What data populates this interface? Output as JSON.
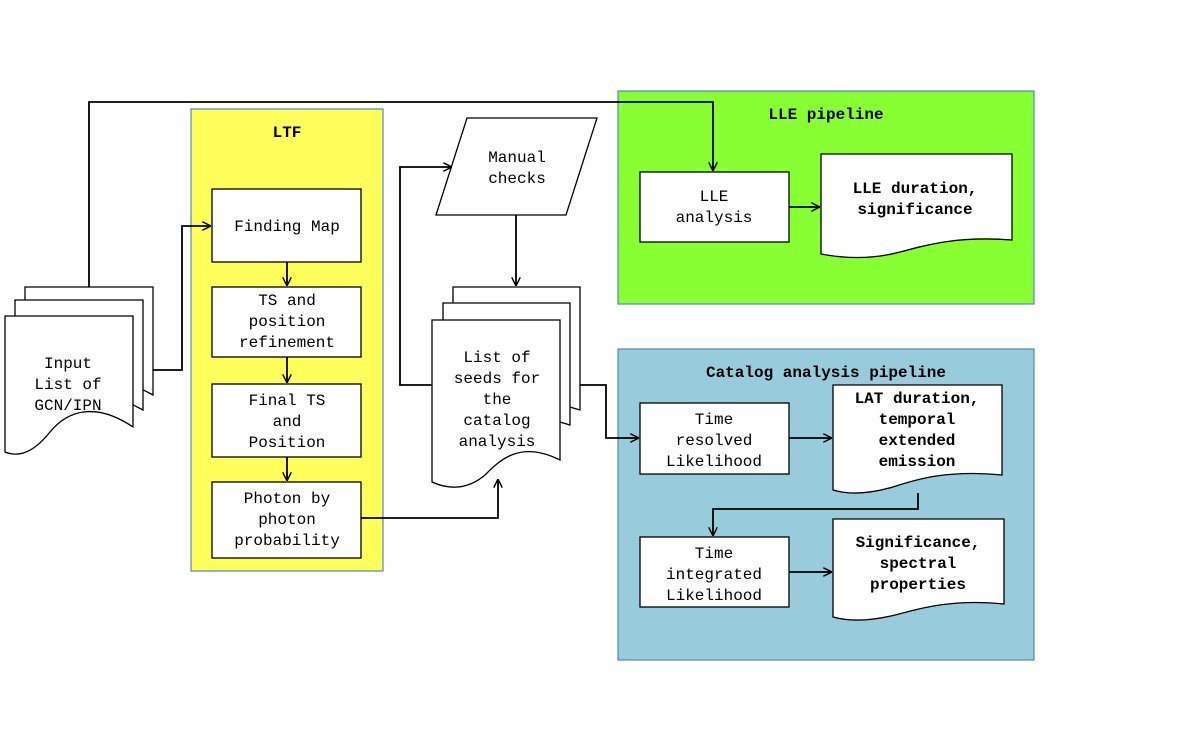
{
  "ltf": {
    "title": "LTF"
  },
  "lle": {
    "title": "LLE pipeline"
  },
  "catalog": {
    "title": "Catalog analysis pipeline"
  },
  "input_doc": {
    "lines": [
      "Input",
      "List of",
      "GCN/IPN"
    ]
  },
  "finding_map": {
    "lines": [
      "Finding Map"
    ]
  },
  "ts_refinement": {
    "lines": [
      "TS and",
      "position",
      "refinement"
    ]
  },
  "final_ts": {
    "lines": [
      "Final TS",
      "and",
      "Position"
    ]
  },
  "photon_prob": {
    "lines": [
      "Photon by",
      "photon",
      "probability"
    ]
  },
  "manual_checks": {
    "lines": [
      "Manual",
      "checks"
    ]
  },
  "seeds_doc": {
    "lines": [
      "List of",
      "seeds for",
      "the",
      "catalog",
      "analysis"
    ]
  },
  "lle_analysis": {
    "lines": [
      "LLE",
      "analysis"
    ]
  },
  "lle_duration": {
    "lines": [
      "LLE duration,",
      "significance"
    ]
  },
  "time_resolved": {
    "lines": [
      "Time",
      "resolved",
      "Likelihood"
    ]
  },
  "lat_duration": {
    "lines": [
      "LAT duration,",
      "temporal",
      "extended",
      "emission"
    ]
  },
  "time_integrated": {
    "lines": [
      "Time",
      "integrated",
      "Likelihood"
    ]
  },
  "significance": {
    "lines": [
      "Significance,",
      "spectral",
      "properties"
    ]
  },
  "colors": {
    "ltf_fill": "#FFFF5C",
    "lle_fill": "#88FF33",
    "catalog_fill": "#98CCDC",
    "panel_stroke": "#4F88BB"
  }
}
